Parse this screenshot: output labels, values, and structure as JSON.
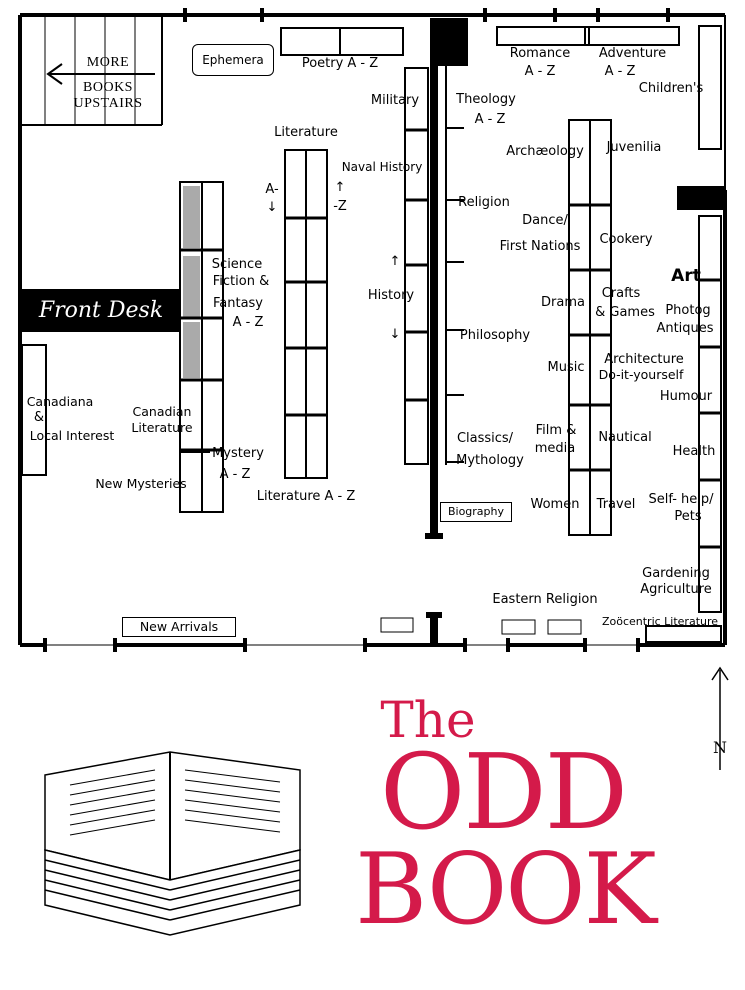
{
  "floor_plan": {
    "stairs": {
      "line1": "More",
      "line2": "books",
      "line3": "upstairs"
    },
    "front_desk": "Front Desk",
    "sections": {
      "ephemera": "Ephemera",
      "poetry": "Poetry  A - Z",
      "romance_1": "Romance",
      "romance_2": "A - Z",
      "adventure_1": "Adventure",
      "adventure_2": "A - Z",
      "childrens": "Children's",
      "military": "Military",
      "naval_history": "Naval History",
      "history": "History",
      "literature": "Literature",
      "lit_a": "A-",
      "lit_z": "-Z",
      "literature_az": "Literature A - Z",
      "scifi_1": "Science",
      "scifi_2": "Fiction &",
      "scifi_3": "Fantasy",
      "scifi_4": "A - Z",
      "canadiana_1": "Canadiana",
      "canadiana_2": "&",
      "canadiana_3": "Local Interest",
      "canlit_1": "Canadian",
      "canlit_2": "Literature",
      "mystery_1": "Mystery",
      "mystery_2": "A - Z",
      "new_mysteries": "New Mysteries",
      "new_arrivals": "New Arrivals",
      "theology_1": "Theology",
      "theology_2": "A - Z",
      "religion": "Religion",
      "philosophy": "Philosophy",
      "classics_1": "Classics/",
      "classics_2": "Mythology",
      "biography": "Biography",
      "archaeology": "Archæology",
      "juvenilia": "Juvenilia",
      "dance_1": "Dance/",
      "dance_2": "First Nations",
      "cookery": "Cookery",
      "drama": "Drama",
      "crafts_1": "Crafts",
      "crafts_2": "& Games",
      "music": "Music",
      "architecture_1": "Architecture",
      "architecture_2": "Do-it-yourself",
      "film_1": "Film &",
      "film_2": "media",
      "nautical": "Nautical",
      "women": "Women",
      "travel": "Travel",
      "art": "Art",
      "photog": "Photog",
      "antiques": "Antiques",
      "humour": "Humour",
      "health": "Health",
      "selfhelp_1": "Self- help/",
      "selfhelp_2": "Pets",
      "gardening_1": "Gardening",
      "gardening_2": "Agriculture",
      "eastern_religion": "Eastern Religion",
      "zoocentric": "Zoöcentric Literature"
    },
    "north_label": "N",
    "arrow_up": "↑",
    "arrow_down": "↓"
  },
  "logo": {
    "the": "The",
    "odd": "ODD",
    "book": "BOOK",
    "color": "#d41a4a"
  }
}
